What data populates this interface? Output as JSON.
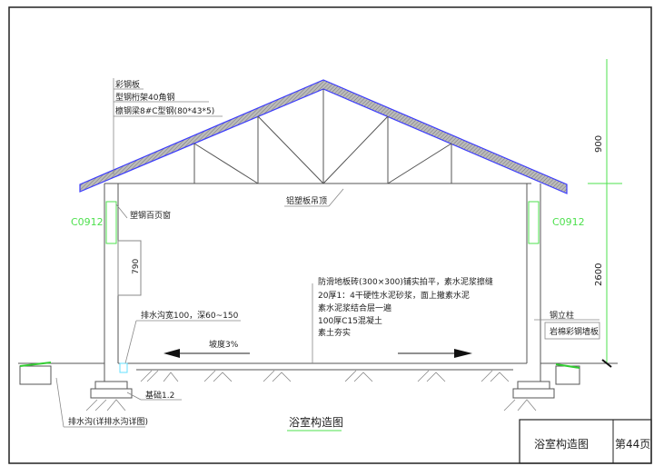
{
  "roof_labels": [
    "彩钢板",
    "型钢桁架40角钢",
    "檩钢梁8#C型钢(80*43*5)"
  ],
  "ceiling_label": "铝塑板吊顶",
  "window_label": "塑钢百页窗",
  "window_code_left": "C0912",
  "window_code_right": "C0912",
  "window_height_dim": "790",
  "dims": {
    "upper": "900",
    "lower": "2600"
  },
  "floor_notes": [
    "防滑地板砖(300×300)铺实拍平，素水泥浆擦缝",
    "20厚1：4干硬性水泥砂浆，面上撒素水泥",
    "素水泥浆结合层一遍",
    "100厚C15混凝土",
    "素土夯实"
  ],
  "drain_label": "排水沟宽100，深60~150",
  "slope_label": "坡度3%",
  "foundation_label": "基础1.2",
  "drain_detail_label": "排水沟(详排水沟详图)",
  "column_label": "钢立柱",
  "wall_panel_label": "岩棉彩钢墙板",
  "drawing_title": "浴室构造图",
  "title_block": {
    "name": "浴室构造图",
    "page": "第44页"
  },
  "colors": {
    "roof_outline": "#3b3bff",
    "window": "#4ee04e",
    "dimension": "#4ee04e",
    "drain": "#66e0ff"
  }
}
